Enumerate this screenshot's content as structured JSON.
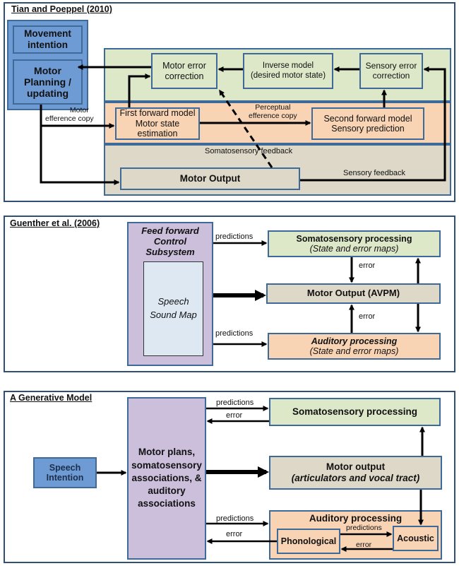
{
  "panel1": {
    "title": "Tian and Poeppel (2010)",
    "movement_intention": "Movement intention",
    "motor_planning": "Motor Planning / updating",
    "motor_error_correction": "Motor error correction",
    "inverse_model_line1": "Inverse model",
    "inverse_model_line2": "(desired motor state)",
    "sensory_error_correction": "Sensory error correction",
    "first_forward_line1": "First forward model",
    "first_forward_line2": "Motor state estimation",
    "second_forward_line1": "Second forward model",
    "second_forward_line2": "Sensory prediction",
    "motor_output": "Motor  Output",
    "label_motor_efference_1": "Motor",
    "label_motor_efference_2": "efference copy",
    "label_perceptual_1": "Perceptual",
    "label_perceptual_2": "efference copy",
    "label_somatosensory_feedback": "Somatosensory feedback",
    "label_sensory_feedback": "Sensory feedback"
  },
  "panel2": {
    "title": "Guenther et al. (2006)",
    "ff_line1": "Feed forward",
    "ff_line2": "Control",
    "ff_line3": "Subsystem",
    "speech_sound_map": "Speech Sound Map",
    "somato_line1": "Somatosensory processing",
    "somato_line2": "(State and error maps)",
    "motor_output": "Motor Output (AVPM)",
    "auditory_line1": "Auditory processing",
    "auditory_line2": "(State and error maps)",
    "label_predictions_top": "predictions",
    "label_predictions_bottom": "predictions",
    "label_error_top": "error",
    "label_error_bottom": "error"
  },
  "panel3": {
    "title": "A Generative Model",
    "speech_intention": "Speech Intention",
    "motor_plans": "Motor plans, somatosensory associations, & auditory associations",
    "somato": "Somatosensory processing",
    "motor_output_line1": "Motor output",
    "motor_output_line2": "(articulators and vocal tract)",
    "auditory": "Auditory processing",
    "phonological": "Phonological",
    "acoustic": "Acoustic",
    "label_predictions_top": "predictions",
    "label_error_top": "error",
    "label_predictions_bottom": "predictions",
    "label_error_bottom": "error",
    "label_predictions_inner": "predictions",
    "label_error_inner": "error"
  },
  "colors": {
    "border": "#2f4f75",
    "green": "#dce8c8",
    "peach": "#f8d3b4",
    "tan": "#ddd8c8",
    "blue": "#6f9bd5",
    "light_blue": "#dde8f3",
    "purple": "#cbbfdc"
  }
}
